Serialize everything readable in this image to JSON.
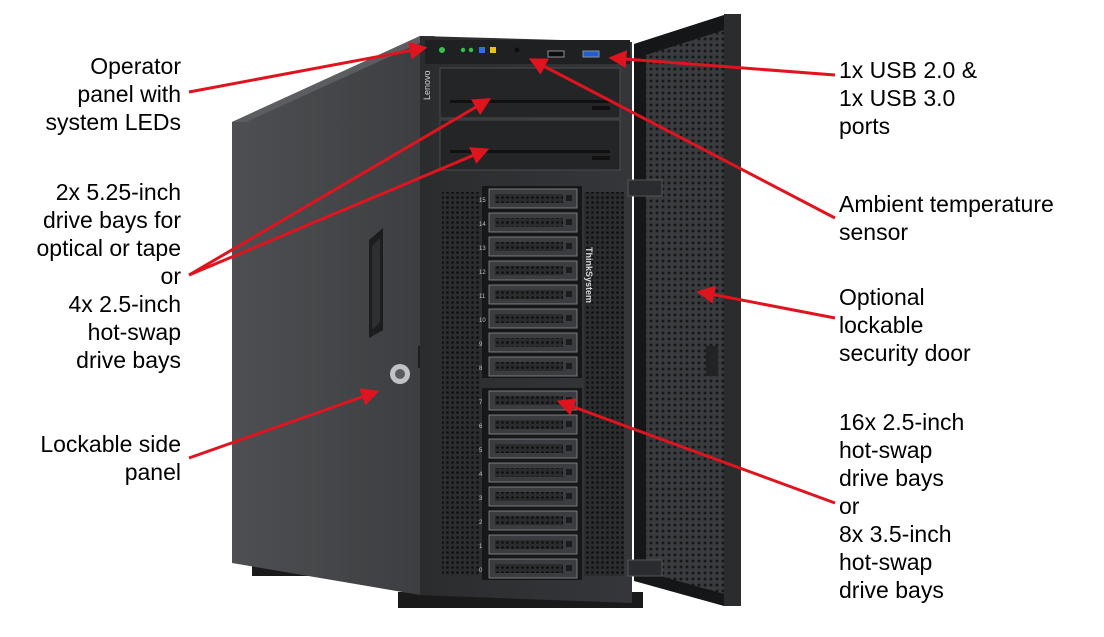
{
  "labels": {
    "operator_panel": "Operator\npanel with\nsystem LEDs",
    "drive_bays_525": "2x 5.25-inch\ndrive bays for\noptical or tape\nor\n4x 2.5-inch\nhot-swap\ndrive bays",
    "side_panel": "Lockable side\npanel",
    "usb_ports": "1x USB 2.0 &\n1x USB 3.0\nports",
    "temp_sensor": "Ambient temperature\nsensor",
    "security_door": "Optional\nlockable\nsecurity door",
    "hot_swap_bays": "16x 2.5-inch\nhot-swap\ndrive bays\nor\n8x 3.5-inch\nhot-swap\ndrive bays"
  },
  "device": {
    "brand_vertical": "Lenovo",
    "brand_front": "ThinkSystem",
    "upper_bay_numbers": [
      "15",
      "14",
      "13",
      "12",
      "11",
      "10",
      "9",
      "8"
    ],
    "lower_bay_numbers": [
      "7",
      "6",
      "5",
      "4",
      "3",
      "2",
      "1",
      "0"
    ]
  },
  "colors": {
    "arrow": "#e0141e",
    "chassis": "#3a3b3d",
    "chassis_dark": "#1e1f21",
    "side": "#46484b",
    "door_mesh": "#2a2b2d",
    "led_green": "#36c24a",
    "led_blue": "#2f6fe0",
    "led_yellow": "#e8c21a",
    "usb3_blue": "#1f5fd6"
  }
}
